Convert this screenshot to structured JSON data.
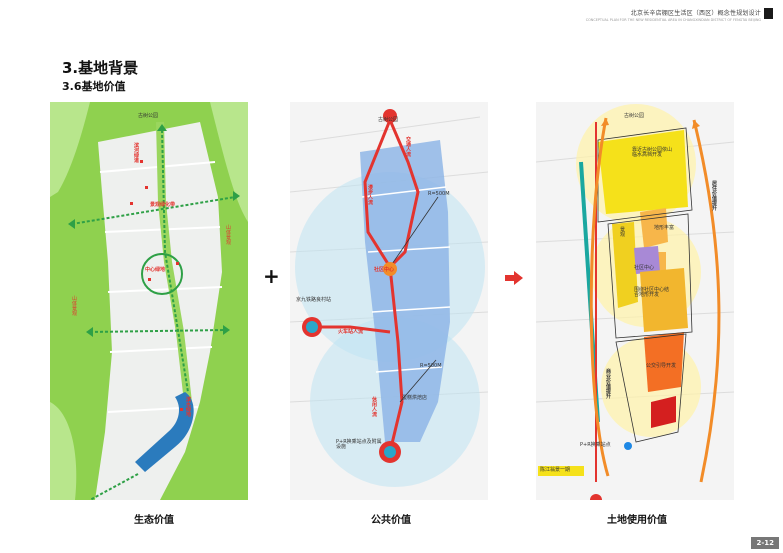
{
  "header": {
    "title": "北京长辛店棚区生活区（西区）概念性规划设计",
    "subtitle": "CONCEPTUAL PLAN FOR THE NEW RESIDENTIAL AREA IN CHANGXINDIAN DISTRICT OF FENGTAI BEIJING"
  },
  "section": {
    "title": "3.基地背景",
    "subtitle": "3.6基地价值"
  },
  "panels": {
    "ecology": {
      "caption": "生态价值",
      "labels": {
        "park": "古树公园",
        "corridor": "滨河绿道",
        "belt": "景观绿化带",
        "mountain_right": "山体景观",
        "center": "中心绿地",
        "mountain_left": "山体景观",
        "river": "滨水绿地"
      }
    },
    "public": {
      "caption": "公共价值",
      "labels": {
        "park": "古树公园",
        "flow_traffic": "交通人流",
        "flow_walk": "漫步人流",
        "r1": "R=500M",
        "center": "社区中心",
        "station": "京九铁路良村站",
        "train": "火车站人流",
        "r2": "R=500M",
        "shop": "蛋糕烘焙店",
        "flow2": "休闲人流",
        "pr": "P+R换乘站点及附属设施"
      }
    },
    "land": {
      "caption": "土地使用价值",
      "labels": {
        "park": "古树公园",
        "high": "靠近古树公园依山临水高档开发",
        "rise_live": "居住价值提升",
        "terrain": "地形丰富",
        "view": "景观",
        "center": "社区中心",
        "rich": "围绕社区中心结合地形开发",
        "guide": "公交引导开发",
        "rise_com": "商业价值提升",
        "pr": "P+R换乘站点",
        "road": "陈江翁景一期"
      }
    }
  },
  "operators": {
    "plus": "+"
  },
  "page_number": "2-12"
}
